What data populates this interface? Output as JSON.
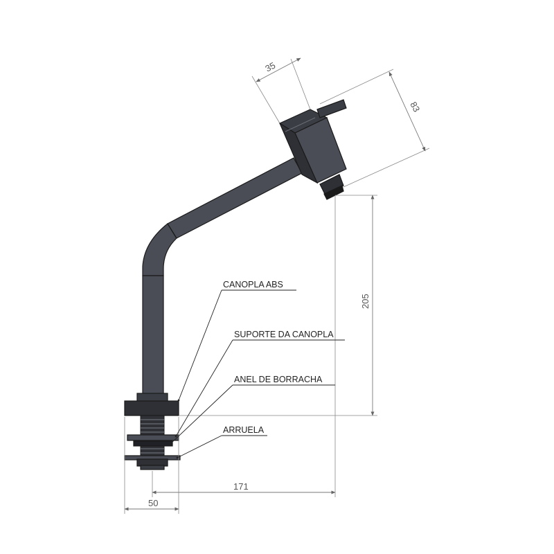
{
  "dimensions": {
    "width_top": "35",
    "height_top": "83",
    "height_main": "205",
    "reach": "171",
    "base_width": "50"
  },
  "callouts": [
    {
      "label": "CANOPLA ABS"
    },
    {
      "label": "SUPORTE DA CANOPLA"
    },
    {
      "label": "ANEL DE BORRACHA"
    },
    {
      "label": "ARRUELA"
    }
  ],
  "colors": {
    "metal": "#4a4d55",
    "metal_dark": "#2e3036",
    "dimension": "#777777",
    "text": "#222222"
  }
}
